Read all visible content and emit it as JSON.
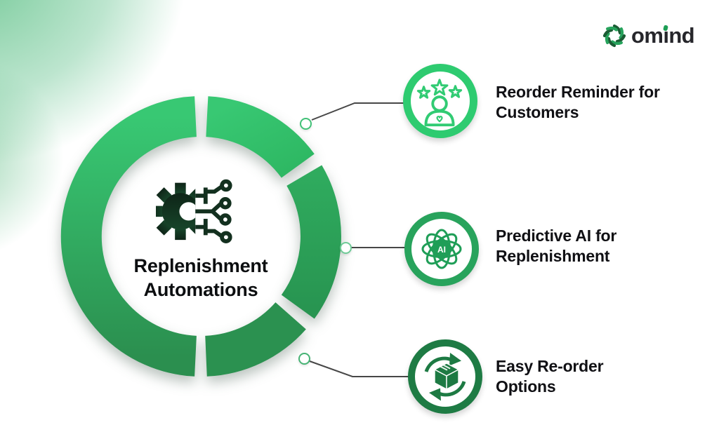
{
  "brand": {
    "name": "omind",
    "name_parts": {
      "pre": "om",
      "dotless_i": "ı",
      "post": "nd"
    },
    "accent_color": "#1d9e55",
    "text_color": "#26262b",
    "icon": "omind-swirl-icon"
  },
  "hub": {
    "line1": "Replenishment",
    "line2": "Automations",
    "icon": "gear-circuit-icon",
    "icon_color": "#13301f"
  },
  "spokes": [
    {
      "line1": "Reorder Reminder for",
      "line2": "Customers",
      "icon": "customer-rating-stars-icon",
      "ring_color": "#2ecb70"
    },
    {
      "line1": "Predictive AI for",
      "line2": "Replenishment",
      "icon": "ai-atom-icon",
      "icon_text": "AI",
      "ring_color": "#28a35c"
    },
    {
      "line1": "Easy Re-order",
      "line2": "Options",
      "icon": "reorder-box-cycle-icon",
      "ring_color": "#1e7b44"
    }
  ],
  "donut": {
    "segments": [
      {
        "name": "top-right",
        "color": "#35c471"
      },
      {
        "name": "right",
        "color": "#2ca05a"
      },
      {
        "name": "bottom-right",
        "color": "#2b9150"
      },
      {
        "name": "left",
        "color_top": "#38c873",
        "color_bottom": "#2b8f4f"
      }
    ],
    "connector_line_color": "#474747"
  }
}
